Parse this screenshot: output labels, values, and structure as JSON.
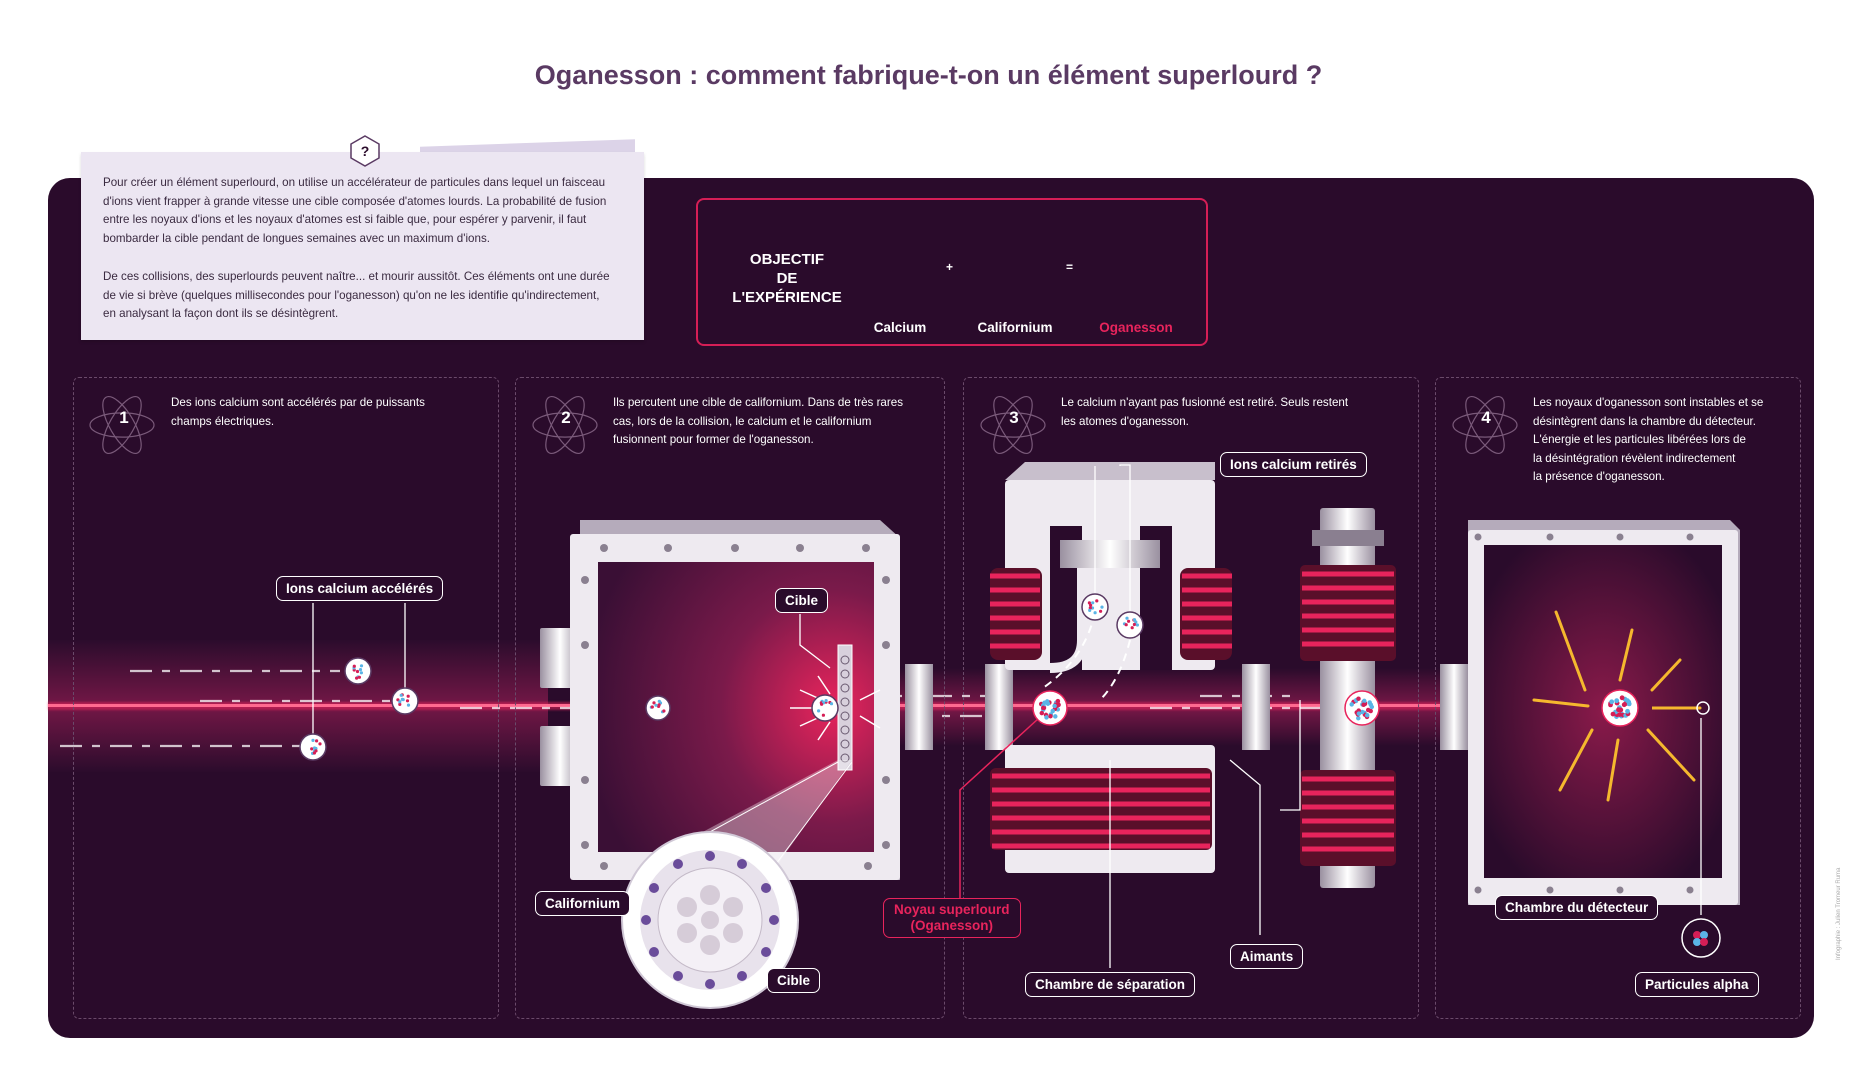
{
  "title": "Oganesson : comment fabrique-t-on un élément superlourd ?",
  "intro": {
    "icon": "question-hexagon-icon",
    "paragraph1_lines": [
      "Pour créer un élément superlourd, on utilise un accélérateur de particules dans lequel un faisceau",
      "d'ions vient frapper à grande vitesse une cible composée d'atomes lourds. La probabilité de fusion",
      "entre les noyaux d'ions et les noyaux d'atomes est si faible que, pour espérer y parvenir, il faut",
      "bombarder la cible pendant de longues semaines avec un maximum d'ions."
    ],
    "paragraph2_lines": [
      "De ces collisions, des superlourds peuvent naître... et mourir aussitôt. Ces éléments ont une durée",
      "de vie si brève (quelques millisecondes pour l'oganesson) qu'on ne les identifie qu'indirectement,",
      "en analysant la façon dont ils se désintègrent."
    ]
  },
  "objective": {
    "title_line1": "OBJECTIF",
    "title_line2": "DE L'EXPÉRIENCE",
    "plus": "+",
    "equals": "=",
    "calcium": "Calcium",
    "californium": "Californium",
    "oganesson": "Oganesson",
    "colors": {
      "accent": "#d51e56",
      "proton": "#d51e56",
      "neutron": "#5ab4e6"
    }
  },
  "steps": [
    {
      "number": "1",
      "lines": [
        "Des ions calcium sont accélérés par de puissants",
        "champs électriques."
      ]
    },
    {
      "number": "2",
      "lines": [
        "Ils percutent une cible de californium. Dans de très rares",
        "cas, lors de la collision, le calcium et le californium",
        "fusionnent pour former de l'oganesson."
      ]
    },
    {
      "number": "3",
      "lines": [
        "Le calcium n'ayant pas fusionné est retiré. Seuls restent",
        "les atomes d'oganesson."
      ]
    },
    {
      "number": "4",
      "lines": [
        "Les noyaux d'oganesson sont instables et se",
        "désintègrent dans la chambre du détecteur.",
        "L'énergie et les particules libérées lors de",
        "la désintégration révèlent indirectement",
        "la présence d'oganesson."
      ]
    }
  ],
  "labels": {
    "ions_accelerated": "Ions calcium accélérés",
    "target_top": "Cible",
    "californium": "Californium",
    "target_bottom": "Cible",
    "superheavy_line1": "Noyau superlourd",
    "superheavy_line2": "(Oganesson)",
    "ions_removed": "Ions calcium retirés",
    "separation_chamber": "Chambre de séparation",
    "magnets": "Aimants",
    "detector_chamber": "Chambre du détecteur",
    "alpha_particles": "Particules alpha"
  },
  "credit": "Infographie : Julien Tromeur Ruma",
  "colors": {
    "background": "#2a0b2b",
    "beam": "#e8245c",
    "decay_rays": "#f5b82e",
    "title": "#5a3a63"
  }
}
